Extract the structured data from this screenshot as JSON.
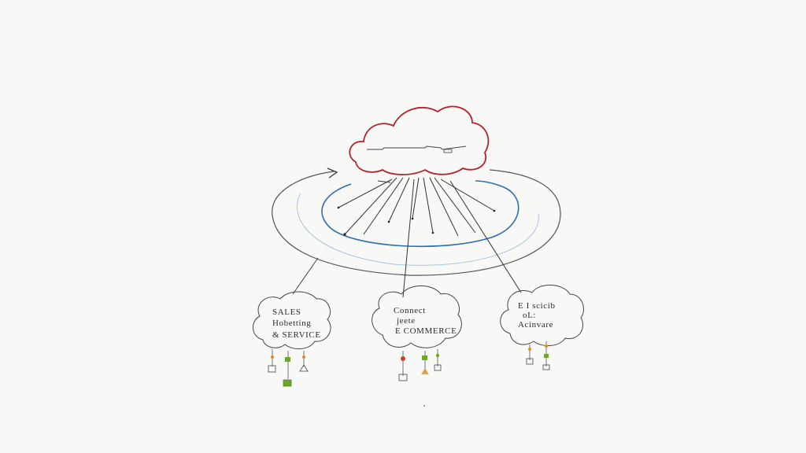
{
  "diagram": {
    "central_node": {
      "kind": "cloud",
      "label": ""
    },
    "child_nodes": [
      {
        "lines": [
          "SALES",
          "Hobetting",
          "& SERVICE"
        ]
      },
      {
        "lines": [
          "Connect",
          "jeete",
          "E COMMERCE"
        ]
      },
      {
        "lines": [
          "E I scicib",
          "oL:",
          "Acinvare"
        ]
      }
    ],
    "colors": {
      "background": "#f8f8f6",
      "ink": "#2b2b2b",
      "central_cloud_stroke": "#b3232a",
      "inner_orbit": "#2f6fae",
      "marker_green": "#6aa828",
      "marker_orange": "#e38a1e",
      "marker_red": "#d23a2a"
    }
  }
}
